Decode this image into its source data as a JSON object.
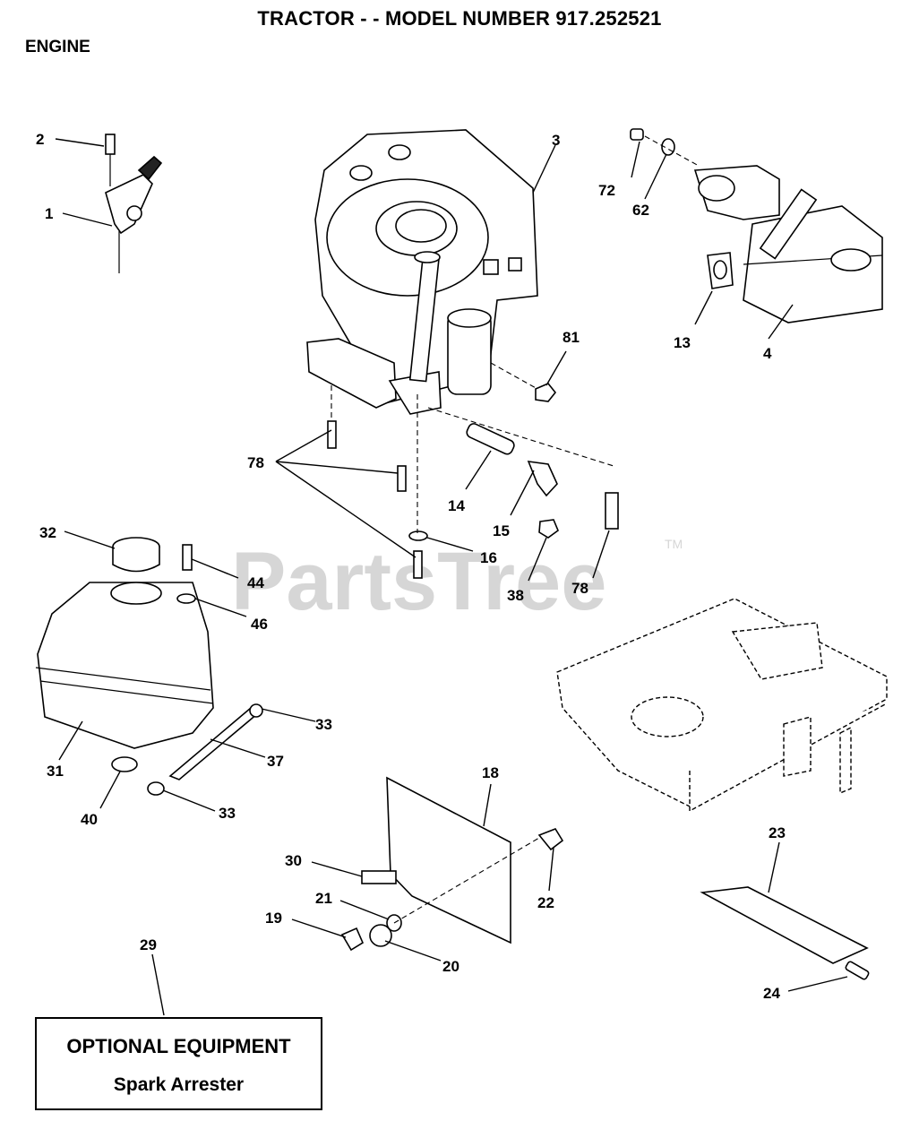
{
  "header": {
    "title": "TRACTOR - - MODEL NUMBER 917.252521",
    "section": "ENGINE"
  },
  "watermark": {
    "brand": "PartsTree",
    "tm": "TM"
  },
  "optional_box": {
    "heading": "OPTIONAL EQUIPMENT",
    "item": "Spark Arrester"
  },
  "callouts": {
    "c1": "1",
    "c2": "2",
    "c3": "3",
    "c4": "4",
    "c13": "13",
    "c14": "14",
    "c15": "15",
    "c16": "16",
    "c18": "18",
    "c19": "19",
    "c20": "20",
    "c21": "21",
    "c22": "22",
    "c23": "23",
    "c24": "24",
    "c29": "29",
    "c30": "30",
    "c31": "31",
    "c32": "32",
    "c33a": "33",
    "c33b": "33",
    "c37": "37",
    "c38": "38",
    "c40": "40",
    "c44": "44",
    "c46": "46",
    "c62": "62",
    "c72": "72",
    "c78a": "78",
    "c78b": "78",
    "c81": "81"
  }
}
